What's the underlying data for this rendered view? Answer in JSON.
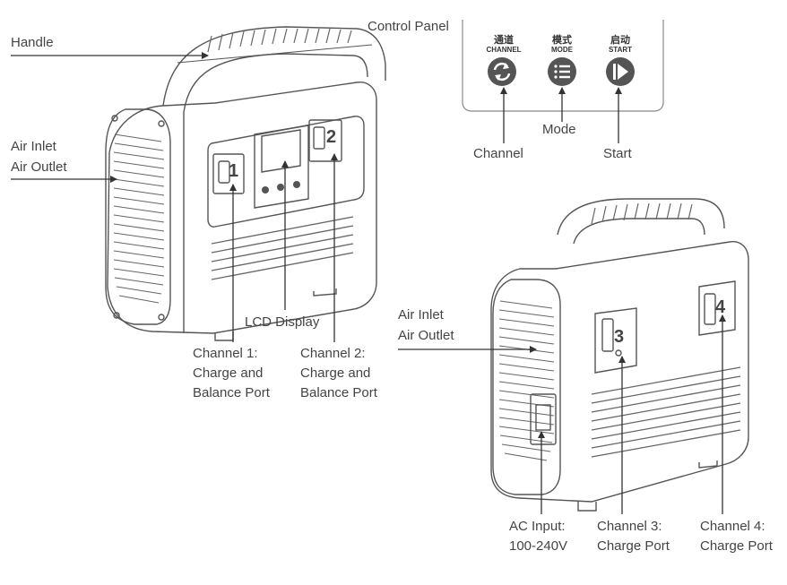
{
  "labels": {
    "handle": "Handle",
    "air_inlet_1": "Air Inlet",
    "air_outlet_1": "Air Outlet",
    "lcd_display": "LCD Display",
    "ch1_line1": "Channel 1:",
    "ch1_line2": "Charge and",
    "ch1_line3": "Balance Port",
    "ch2_line1": "Channel 2:",
    "ch2_line2": "Charge and",
    "ch2_line3": "Balance Port",
    "control_panel": "Control Panel",
    "channel": "Channel",
    "mode": "Mode",
    "start": "Start",
    "air_inlet_2": "Air Inlet",
    "air_outlet_2": "Air Outlet",
    "ac_line1": "AC Input:",
    "ac_line2": "100-240V",
    "ch3_line1": "Channel 3:",
    "ch3_line2": "Charge Port",
    "ch4_line1": "Channel 4:",
    "ch4_line2": "Charge Port"
  },
  "panel": {
    "channel_cn": "通道",
    "channel_en": "CHANNEL",
    "mode_cn": "模式",
    "mode_en": "MODE",
    "start_cn": "启动",
    "start_en": "START"
  },
  "ports": {
    "p1": "1",
    "p2": "2",
    "p3": "3",
    "p4": "4"
  },
  "colors": {
    "line": "#333333",
    "text": "#444444",
    "icon": "#555555"
  }
}
